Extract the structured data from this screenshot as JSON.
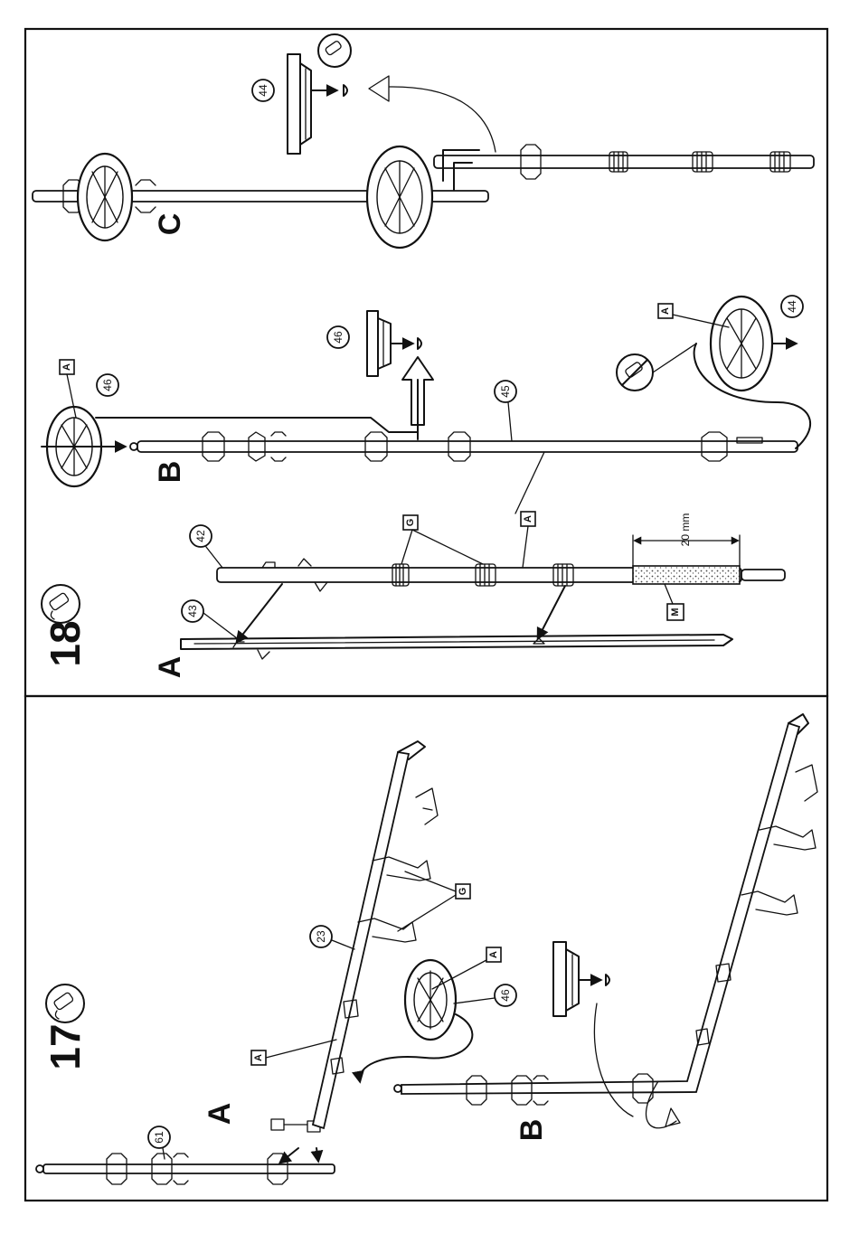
{
  "steps": {
    "step17": {
      "number": "17",
      "views": {
        "a": "A",
        "b": "B"
      },
      "callouts": {
        "p61": "61",
        "p23": "23",
        "p46": "46"
      },
      "flags": {
        "a1": "A",
        "a2": "A",
        "g": "G"
      }
    },
    "step18": {
      "number": "18",
      "views": {
        "a": "A",
        "b": "B",
        "c": "C"
      },
      "callouts": {
        "p43": "43",
        "p42": "42",
        "p46a": "46",
        "p46b": "46",
        "p45": "45",
        "p44a": "44",
        "p44b": "44"
      },
      "flags": {
        "g": "G",
        "a1": "A",
        "a2": "A",
        "a3": "A",
        "m": "M"
      },
      "dimension": "20 mm"
    }
  },
  "icons": {
    "glue_tube": "glue-tube-icon",
    "no_glue": "no-glue-icon"
  }
}
